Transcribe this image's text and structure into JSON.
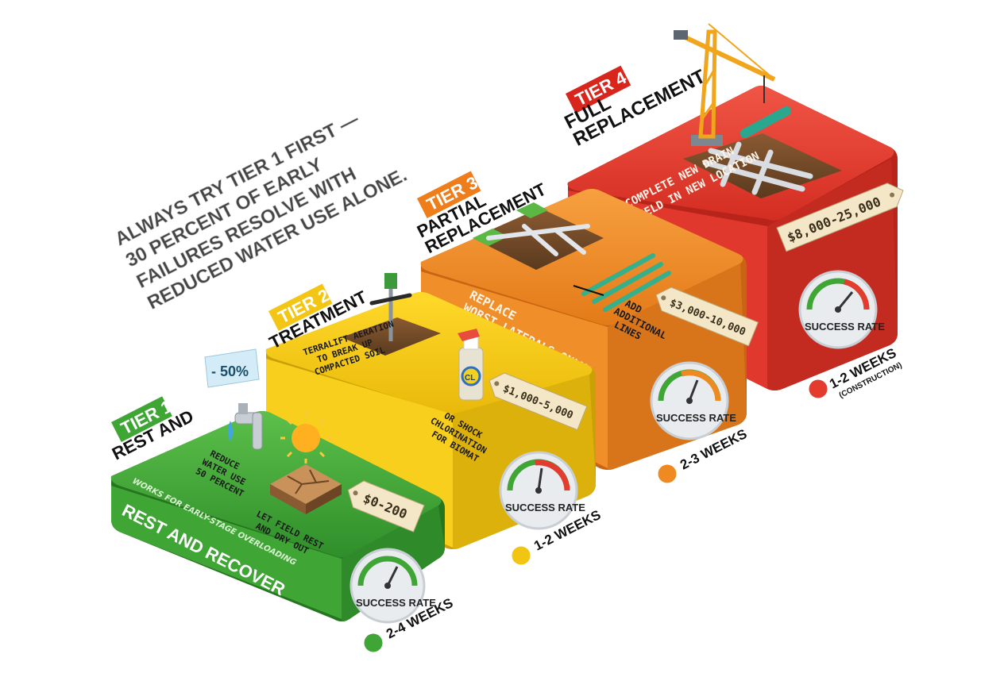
{
  "headline": {
    "lines": [
      "ALWAYS TRY TIER 1 FIRST —",
      "30 PERCENT OF   EARLY",
      "FAILURES RESOLVE WITH",
      "REDUCED WATER USE ALONE."
    ]
  },
  "tiers": [
    {
      "tag": "TIER 1",
      "title": "REST AND",
      "badge": "- 50%",
      "note_water": [
        "REDUCE",
        "WATER USE",
        "50 PERCENT"
      ],
      "note_rest": [
        "LET FIELD REST",
        "AND DRY OUT"
      ],
      "works_for": "WORKS FOR EARLY-STAGE OVERLOADING",
      "front_label": "REST AND RECOVER",
      "price": "$0-200",
      "gauge_label": "SUCCESS RATE",
      "duration": "2-4 WEEKS",
      "color": "#3fa535"
    },
    {
      "tag": "TIER 2",
      "title": "TREATMENT",
      "note_aeration": [
        "TERRALIFT AERATION",
        "TO BREAK UP",
        "COMPACTED SOIL"
      ],
      "note_shock": [
        "OR SHOCK",
        "CHLORINATION",
        "FOR BIOMAT"
      ],
      "bottle_label": "CL",
      "price": "$1,000-5,000",
      "gauge_label": "SUCCESS RATE",
      "duration": "1-2 WEEKS",
      "color": "#f2c512"
    },
    {
      "tag": "TIER 3",
      "title_lines": [
        "PARTIAL",
        "REPLACEMENT"
      ],
      "note_replace": [
        "REPLACE",
        "WORST LATERALS ONLY"
      ],
      "note_add": [
        "ADD",
        "ADDITIONAL",
        "LINES"
      ],
      "price": "$3,000-10,000",
      "gauge_label": "SUCCESS RATE",
      "duration": "2-3 WEEKS",
      "color": "#ef8a22"
    },
    {
      "tag": "TIER 4",
      "title_lines": [
        "FULL",
        "REPLACEMENT"
      ],
      "note_new": [
        "COMPLETE NEW DRAIN",
        "FIELD IN NEW LOCATION"
      ],
      "price": "$8,000-25,000",
      "gauge_label": "SUCCESS RATE",
      "duration": "1-2 WEEKS",
      "duration_note": "(CONSTRUCTION)",
      "color": "#e33b2e"
    }
  ],
  "icons": [
    "faucet-icon",
    "sun-icon",
    "cracked-soil-icon",
    "aerator-tool-icon",
    "spray-bottle-icon",
    "trench-icon",
    "pipes-icon",
    "crane-icon",
    "gauge-icon",
    "clock-icon"
  ]
}
